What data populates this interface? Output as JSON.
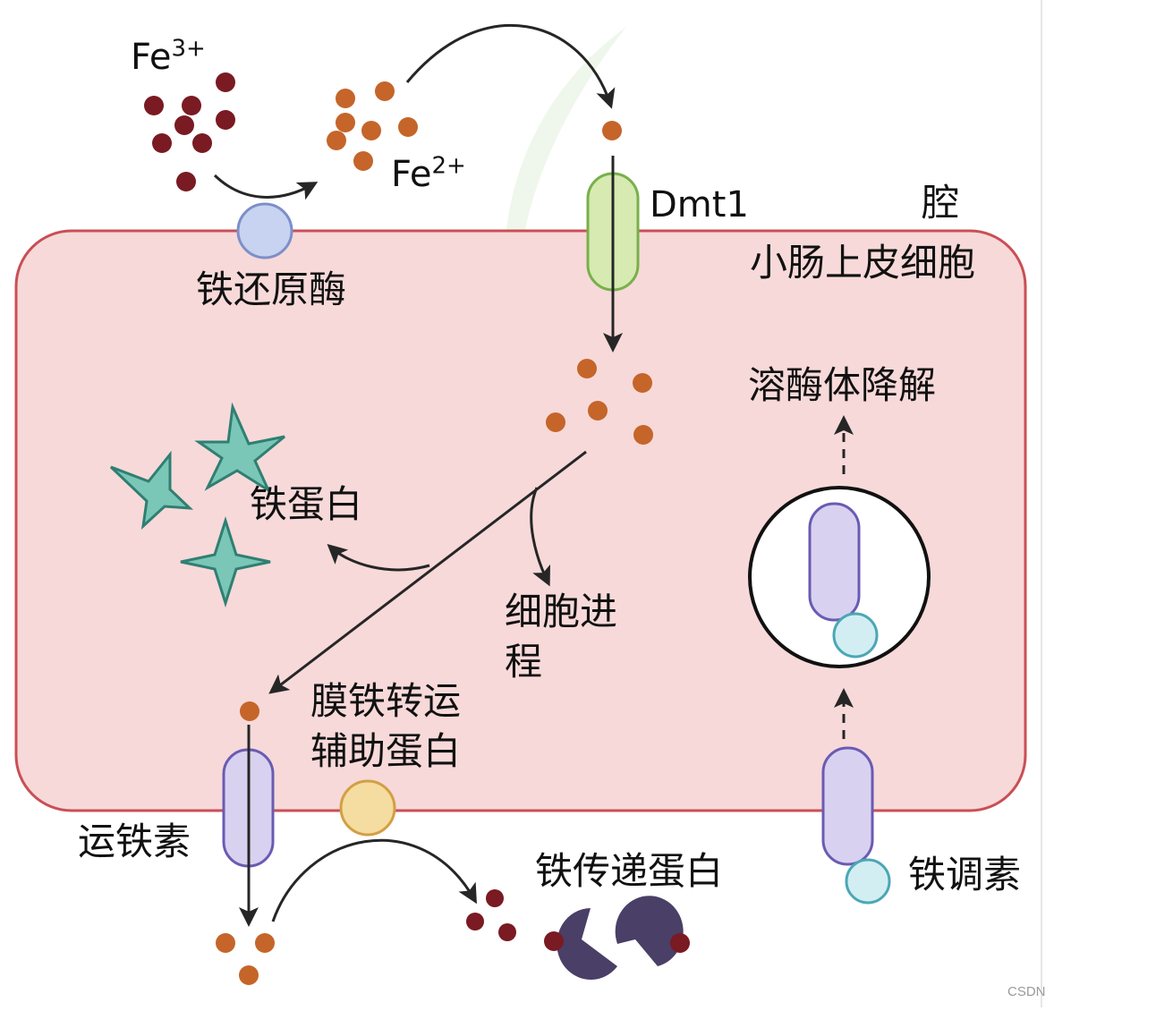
{
  "labels": {
    "fe3": "Fe",
    "fe3_charge": "3+",
    "fe2": "Fe",
    "fe2_charge": "2+",
    "dmt1": "Dmt1",
    "lumen": "腔",
    "enterocyte": "小肠上皮细胞",
    "ferric_reductase": "铁还原酶",
    "lysosomal_degradation": "溶酶体降解",
    "ferritin": "铁蛋白",
    "cellular_processes": "细胞进程",
    "hephaestin": "膜铁转运辅助蛋白",
    "ferroportin": "运铁素",
    "transferrin": "铁传递蛋白",
    "hepcidin": "铁调素"
  },
  "footer": {
    "credit": "CSDN"
  },
  "colors": {
    "cell_fill": "#f7d9d9",
    "cell_stroke": "#c94f55",
    "fe3": "#7a1a22",
    "fe2": "#c5652a",
    "reductase": "#c7d3f0",
    "dmt1": "#d6eab2",
    "ferroportin": "#d8d2f0",
    "hephaestin": "#f5dca0",
    "ferritin": "#7ac6b7",
    "hepcidin": "#d3eef2",
    "transferrin": "#4a3f66",
    "arrow": "#262626"
  },
  "icons": [
    "ferritin-star-icon",
    "transferrin-icon",
    "lysosome-icon",
    "ferric-reductase-icon",
    "dmt1-channel-icon",
    "ferroportin-channel-icon",
    "hephaestin-icon",
    "hepcidin-icon"
  ]
}
